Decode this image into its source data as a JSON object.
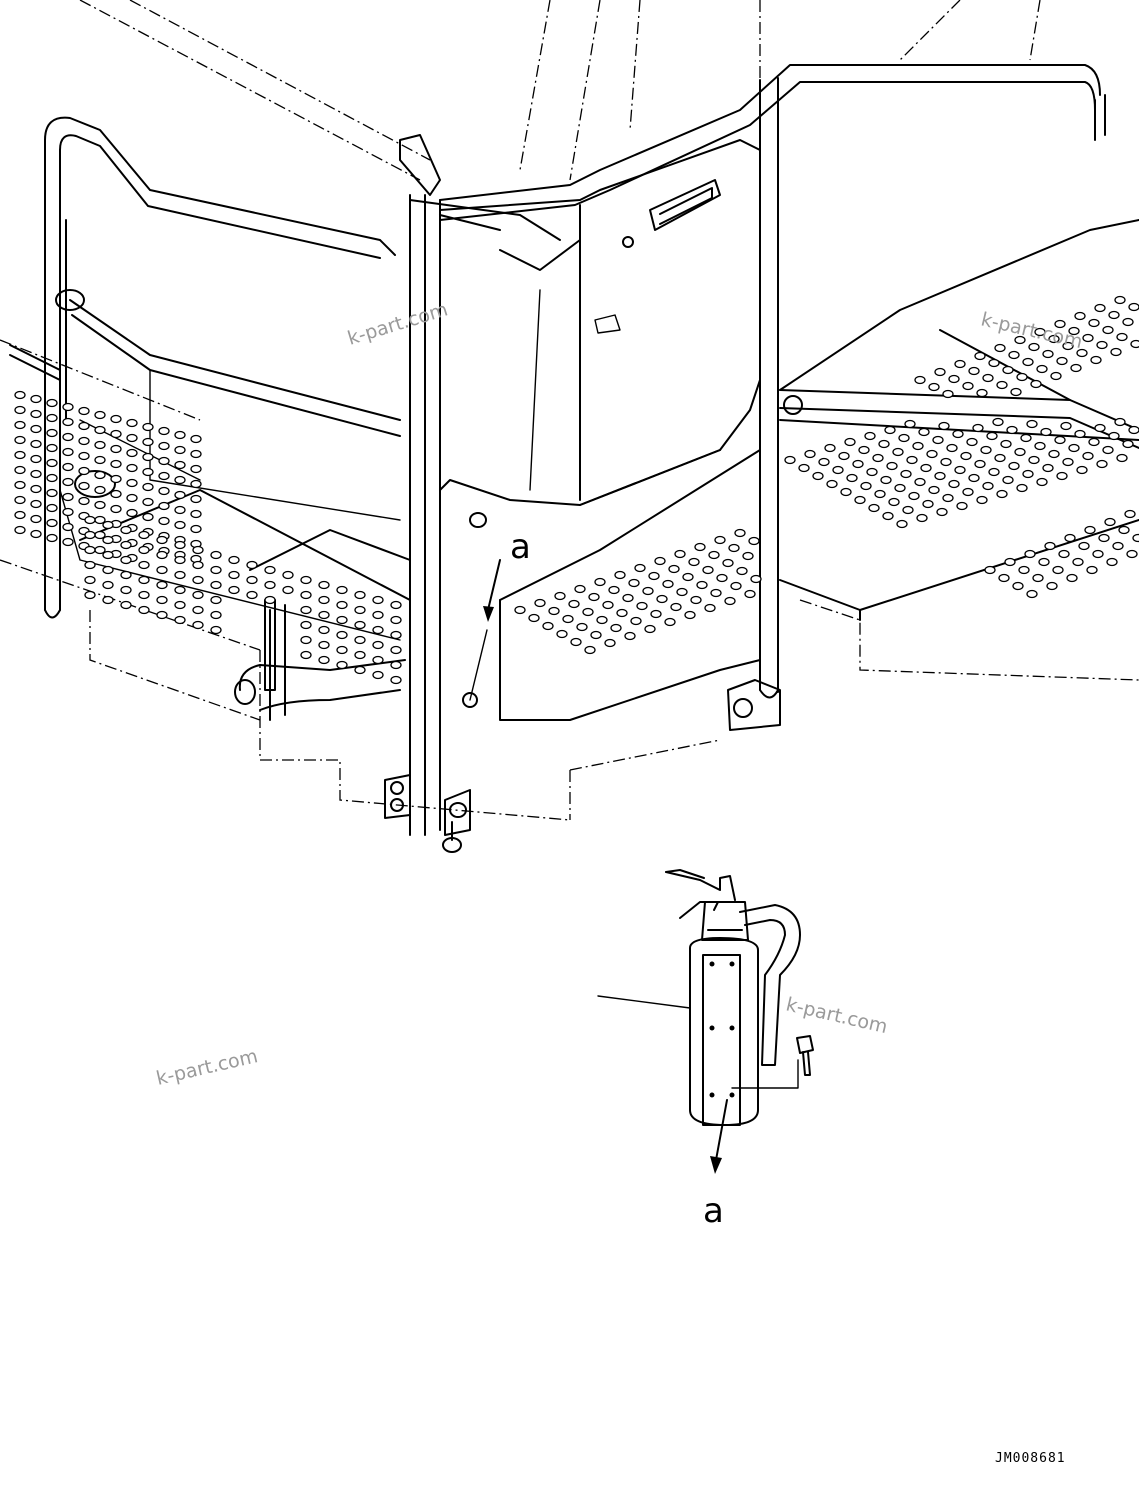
{
  "labels": {
    "callout_upper": "a",
    "callout_lower": "a"
  },
  "watermarks": [
    "k-part.com",
    "k-part.com",
    "k-part.com",
    "k-part.com"
  ],
  "drawing_code": "JM008681",
  "colors": {
    "line": "#000000",
    "background": "#ffffff",
    "watermark": "#9a9a9a"
  }
}
